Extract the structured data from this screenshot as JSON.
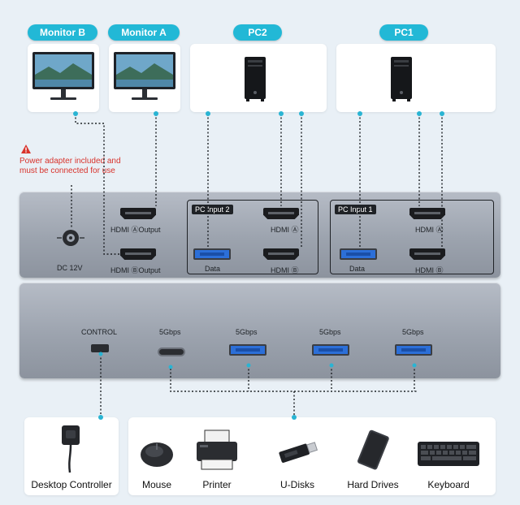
{
  "pills": {
    "monitor_b": "Monitor B",
    "monitor_a": "Monitor A",
    "pc2": "PC2",
    "pc1": "PC1"
  },
  "warning": {
    "line1": "Power adapter included and",
    "line2": "must be connected for use"
  },
  "top_unit": {
    "dc_label": "DC 12V",
    "hdmi_a_output": "HDMI ⒶOutput",
    "hdmi_b_output": "HDMI ⒷOutput",
    "pc_input_2": "PC Input 2",
    "pc_input_1": "PC Input 1",
    "data": "Data",
    "hdmi_a": "HDMI Ⓐ",
    "hdmi_b": "HDMI Ⓑ"
  },
  "bottom_unit": {
    "control": "CONTROL",
    "speed": "5Gbps"
  },
  "peripherals": {
    "desktop_controller": "Desktop Controller",
    "mouse": "Mouse",
    "printer": "Printer",
    "u_disks": "U-Disks",
    "hard_drives": "Hard Drives",
    "keyboard": "Keyboard"
  },
  "colors": {
    "accent": "#22b8d6",
    "warning": "#d8322b",
    "usb_blue": "#2c6fd8",
    "device_gray": "#9ca3ae"
  }
}
